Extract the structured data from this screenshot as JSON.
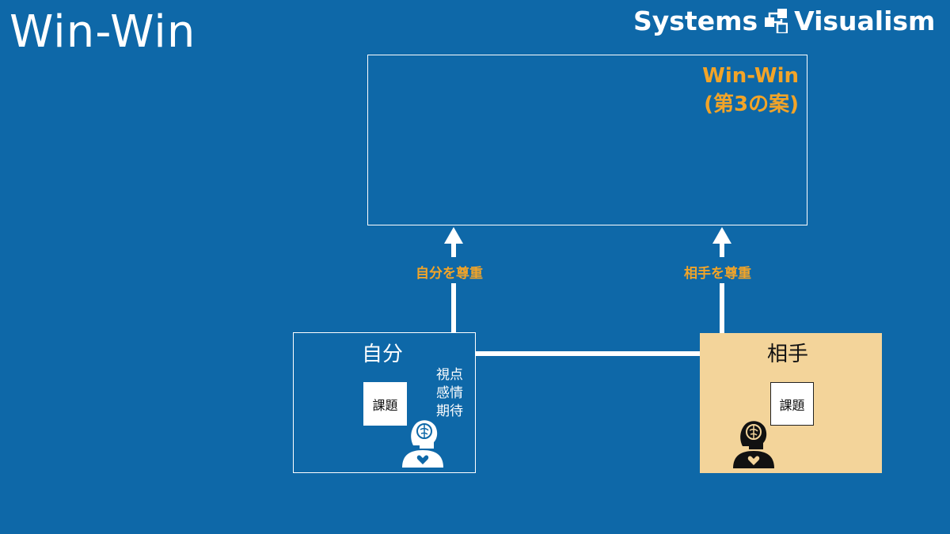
{
  "slide": {
    "title": "Win-Win"
  },
  "brand": {
    "name_left": "Systems",
    "name_right": "Visualism",
    "icon": "systems-visualism-logo-icon"
  },
  "goal": {
    "title_line1": "Win-Win",
    "title_line2": "(第3の案)"
  },
  "arrows": {
    "left_label": "自分を尊重",
    "right_label": "相手を尊重"
  },
  "self": {
    "title": "自分",
    "issue": "課題",
    "perspective": [
      "視点",
      "感情",
      "期待"
    ],
    "icon": "person-brain-heart-icon"
  },
  "other": {
    "title": "相手",
    "issue": "課題",
    "icon": "person-brain-heart-icon"
  },
  "colors": {
    "background": "#0e68a8",
    "accent": "#f2a428",
    "other_box": "#f3d49a",
    "line": "#ffffff"
  }
}
